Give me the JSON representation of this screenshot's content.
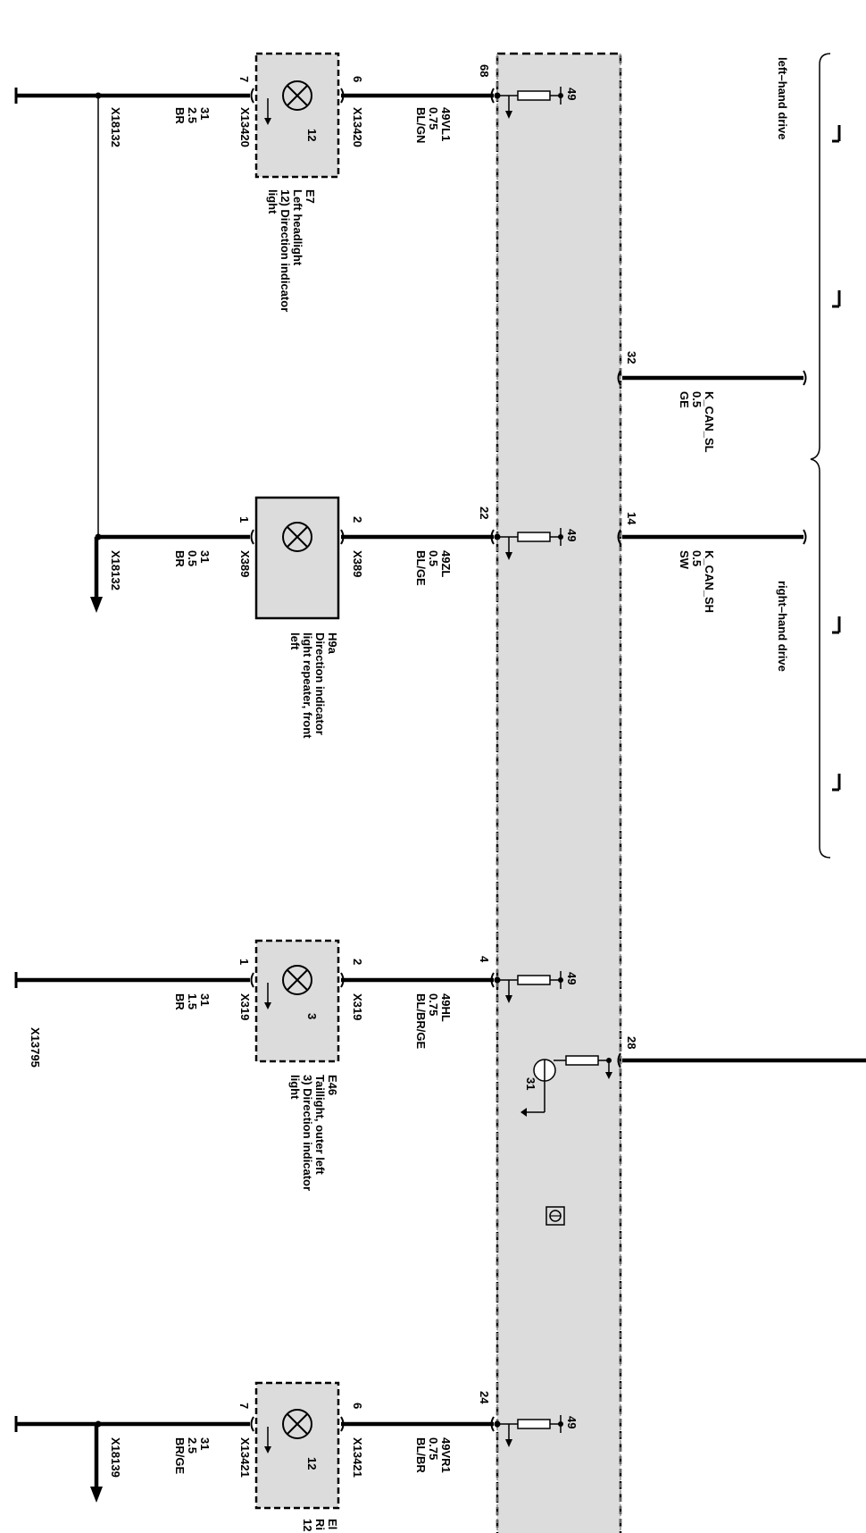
{
  "variants": {
    "left_hand_drive": "left–hand drive",
    "right_hand_drive": "right–hand drive"
  },
  "module_pins": {
    "p68": "68",
    "p22": "22",
    "p4": "4",
    "p24": "24",
    "p32": "32",
    "p14": "14",
    "p28": "28",
    "fuse_49": "49",
    "ground_31": "31"
  },
  "can_wires": {
    "sl": {
      "name": "K_CAN_SL",
      "size": "0.5",
      "color": "GE"
    },
    "sh": {
      "name": "K_CAN_SH",
      "size": "0.5",
      "color": "SW"
    }
  },
  "components": {
    "e7": {
      "id": "E7",
      "desc_line1": "Left headlight",
      "desc_line2": "12) Direction indicator",
      "desc_line3": "light",
      "inner_number": "12",
      "pin_in": "6",
      "pin_out": "7",
      "connector": "X13420"
    },
    "h9a": {
      "id": "H9a",
      "desc_line1": "Direction indicator",
      "desc_line2": "light repeater, front",
      "desc_line3": "left",
      "pin_in": "2",
      "pin_out": "1",
      "connector": "X389"
    },
    "e46": {
      "id": "E46",
      "desc_line1": "Taillight, outer left",
      "desc_line2": "3) Direction indicator",
      "desc_line3": "light",
      "inner_number": "3",
      "pin_in": "2",
      "pin_out": "1",
      "connector": "X319"
    },
    "e_bottom": {
      "id": "El",
      "desc_line1": "Ri",
      "desc_line2": "12",
      "inner_number": "12",
      "pin_in": "6",
      "pin_out": "7",
      "connector": "X13421"
    }
  },
  "wires": {
    "w1_supply": {
      "name": "49VL1",
      "size": "0.75",
      "color": "BL/GN"
    },
    "w1_ground": {
      "name": "31",
      "size": "2.5",
      "color": "BR"
    },
    "w2_supply": {
      "name": "49ZL",
      "size": "0.5",
      "color": "BL/GE"
    },
    "w2_ground": {
      "name": "31",
      "size": "0.5",
      "color": "BR"
    },
    "w3_supply": {
      "name": "49HL",
      "size": "0.75",
      "color": "BL/BR/GE"
    },
    "w3_ground": {
      "name": "31",
      "size": "1.5",
      "color": "BR"
    },
    "w4_supply": {
      "name": "49VR1",
      "size": "0.75",
      "color": "BL/BR"
    },
    "w4_ground": {
      "name": "31",
      "size": "2.5",
      "color": "BR/GE"
    }
  },
  "ground_points": {
    "g1": "X18132",
    "g2": "X18132",
    "g3": "X13795",
    "g4": "X18139"
  }
}
